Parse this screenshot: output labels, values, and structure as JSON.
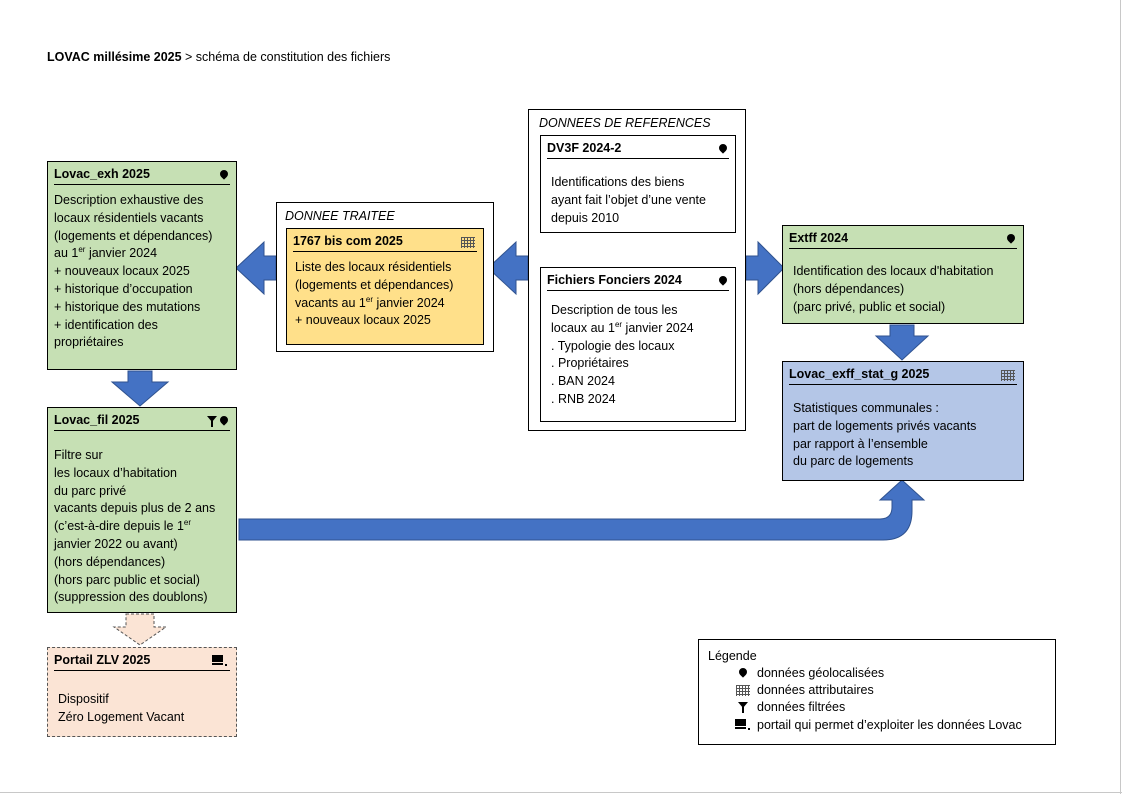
{
  "title": {
    "bold": "LOVAC millésime 2025",
    "rest": " > schéma de constitution des fichiers"
  },
  "colors": {
    "green": "#c6e0b4",
    "yellow": "#ffe08a",
    "blue": "#b4c6e7",
    "peach": "#fbe4d5",
    "arrow": "#4472c4"
  },
  "lovac_exh": {
    "name": "Lovac_exh 2025",
    "icons": [
      "geolocated-pin-icon"
    ],
    "lines": [
      "Description exhaustive des",
      "locaux résidentiels vacants",
      "(logements et dépendances)"
    ],
    "date_line": {
      "pre": "au 1",
      "sup": "er",
      "post": " janvier 2024"
    },
    "lines2": [
      "+ nouveaux locaux 2025",
      "+ historique d’occupation",
      "+ historique des mutations",
      "+ identification des",
      "propriétaires"
    ]
  },
  "donnee_traitee": {
    "label": "DONNEE TRAITEE",
    "box": {
      "name": "1767 bis com 2025",
      "icons": [
        "attribute-grid-icon"
      ],
      "lines": [
        "Liste des locaux résidentiels",
        "(logements et dépendances)"
      ],
      "date_line": {
        "pre": "vacants au 1",
        "sup": "er",
        "post": " janvier 2024"
      },
      "lines2": [
        "+ nouveaux locaux 2025"
      ]
    }
  },
  "donnees_references": {
    "label": "DONNEES DE REFERENCES",
    "dv3f": {
      "name": "DV3F 2024-2",
      "icons": [
        "geolocated-pin-icon"
      ],
      "lines": [
        "Identifications des biens",
        "ayant fait l’objet d’une vente",
        "depuis 2010"
      ]
    },
    "fichiers_fonciers": {
      "name": "Fichiers Fonciers 2024",
      "icons": [
        "geolocated-pin-icon"
      ],
      "lines": [
        "Description de tous les"
      ],
      "date_line": {
        "pre": "locaux au 1",
        "sup": "er",
        "post": " janvier 2024"
      },
      "lines2": [
        ". Typologie des locaux",
        ". Propriétaires",
        ". BAN 2024",
        ". RNB 2024"
      ]
    }
  },
  "extff": {
    "name": "Extff 2024",
    "icons": [
      "geolocated-pin-icon"
    ],
    "lines": [
      "Identification des locaux d'habitation",
      "(hors dépendances)",
      "(parc privé, public et social)"
    ]
  },
  "lovac_exff_stat": {
    "name": "Lovac_exff_stat_g 2025",
    "icons": [
      "attribute-grid-icon"
    ],
    "lines": [
      "Statistiques communales :",
      "part de logements privés vacants",
      "par rapport à l’ensemble",
      "du parc de logements"
    ]
  },
  "lovac_fil": {
    "name": "Lovac_fil 2025",
    "icons": [
      "filter-icon",
      "geolocated-pin-icon"
    ],
    "lines": [
      "Filtre sur",
      "les locaux d’habitation",
      "du parc privé",
      "vacants depuis plus de 2 ans"
    ],
    "date_line": {
      "pre": "(c’est-à-dire depuis le 1",
      "sup": "er",
      "post": ""
    },
    "lines2": [
      "janvier 2022 ou avant)",
      "(hors dépendances)",
      "(hors parc public et social)",
      "(suppression des doublons)"
    ]
  },
  "portail": {
    "name": "Portail ZLV 2025",
    "icons": [
      "computer-icon"
    ],
    "lines": [
      "Dispositif",
      "Zéro Logement Vacant"
    ]
  },
  "legend": {
    "title": "Légende",
    "items": [
      {
        "icon": "geolocated-pin-icon",
        "label": "données géolocalisées"
      },
      {
        "icon": "attribute-grid-icon",
        "label": "données attributaires"
      },
      {
        "icon": "filter-icon",
        "label": "données filtrées"
      },
      {
        "icon": "computer-icon",
        "label": "portail qui permet d’exploiter les données Lovac"
      }
    ]
  }
}
